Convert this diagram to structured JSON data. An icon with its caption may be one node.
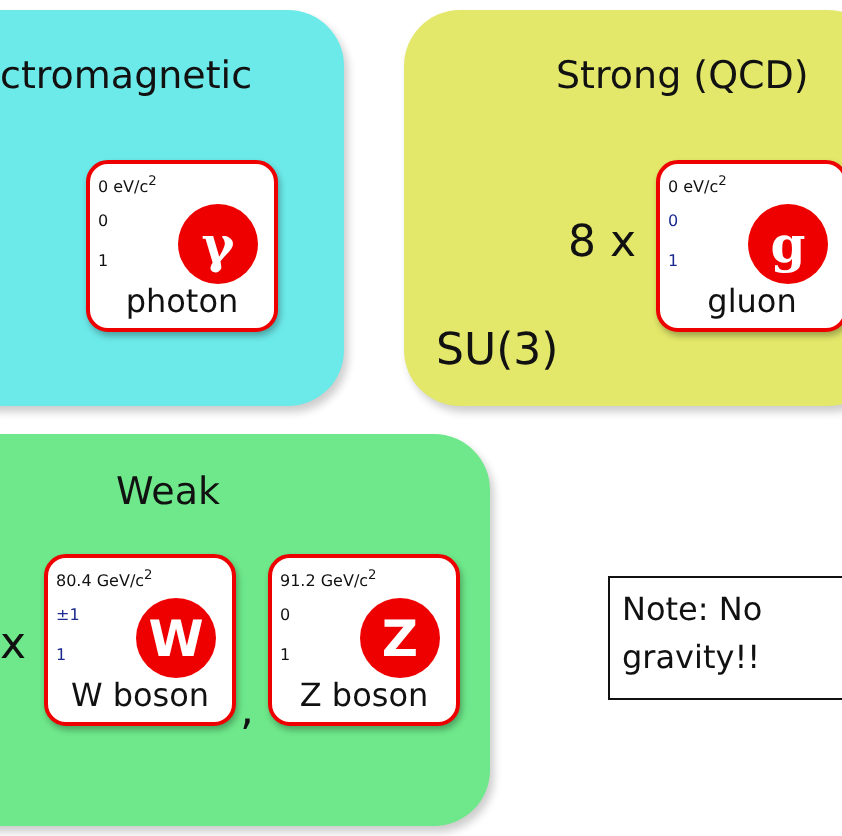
{
  "diagram": {
    "nodes": [
      {
        "text": [
          "ctromagnetic"
        ]
      },
      {
        "text": [
          "0 eV/c$^{2}$",
          "0",
          "1",
          "photon"
        ],
        "in": 0
      },
      {
        "text": [
          "γ"
        ],
        "in": 1
      },
      {
        "text": [
          "Strong (QCD)",
          "8 x",
          "SU(3)"
        ]
      },
      {
        "text": [
          "0 eV/c$^{2}$",
          "0",
          "1",
          "gluon"
        ],
        "in": 3
      },
      {
        "text": [
          "g"
        ],
        "in": 4
      },
      {
        "text": [
          "Weak",
          "x",
          ","
        ]
      },
      {
        "text": [
          "80.4 GeV/c$^{2}$",
          "±1",
          "1",
          "W boson"
        ],
        "in": 6
      },
      {
        "text": [
          "W"
        ],
        "in": 7
      },
      {
        "text": [
          "91.2 GeV/c$^{2}$",
          "0",
          "1",
          "Z boson"
        ],
        "in": 6
      },
      {
        "text": [
          "Z"
        ],
        "in": 9
      },
      {
        "text": [
          "Note: No gravity!!"
        ]
      }
    ],
    "edges": []
  }
}
